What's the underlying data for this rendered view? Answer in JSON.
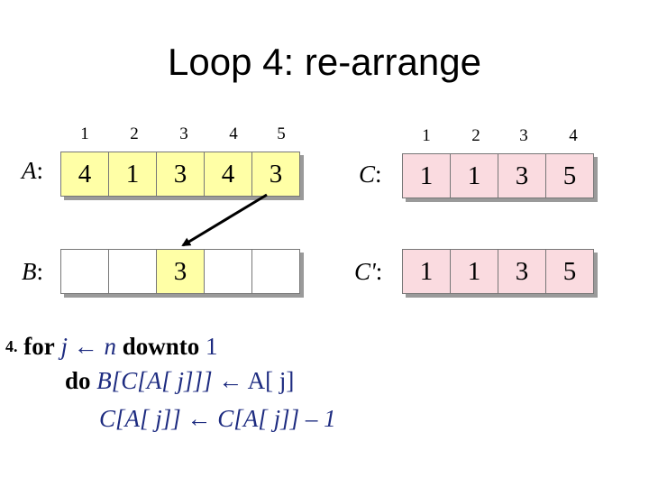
{
  "title": "Loop 4: re-arrange",
  "A": {
    "label": "A",
    "indices": [
      "1",
      "2",
      "3",
      "4",
      "5"
    ],
    "values": [
      "4",
      "1",
      "3",
      "4",
      "3"
    ]
  },
  "B": {
    "label": "B",
    "values": [
      "",
      "",
      "3",
      "",
      ""
    ]
  },
  "C": {
    "label": "C",
    "indices": [
      "1",
      "2",
      "3",
      "4"
    ],
    "values": [
      "1",
      "1",
      "3",
      "5"
    ]
  },
  "Cprime": {
    "label": "C'",
    "values": [
      "1",
      "1",
      "3",
      "5"
    ]
  },
  "code": {
    "step": "4.",
    "line1": {
      "kw_for": "for",
      "var": "j",
      "arrow": "←",
      "n": "n",
      "kw_downto": "downto",
      "end": "1"
    },
    "line2": {
      "kw_do": "do",
      "lhs": "B[C[A[ j]]]",
      "arrow": "←",
      "rhs": "A[ j]"
    },
    "line3": {
      "lhs": "C[A[ j]]",
      "arrow": "←",
      "rhs": "C[A[ j]] – 1"
    }
  },
  "colors": {
    "cell_fill_A": "#ffffa6",
    "cell_fill_C": "#fadbe0",
    "code_blue": "#1d2b80",
    "arrow": "#000000"
  }
}
